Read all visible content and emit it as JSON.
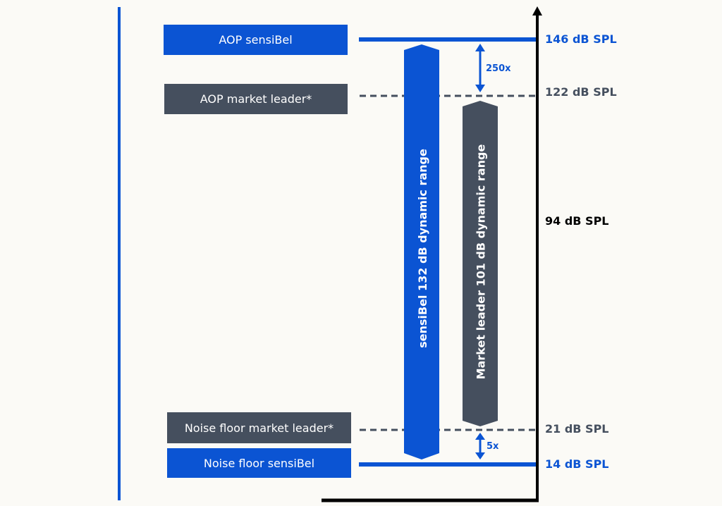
{
  "diagram": {
    "title": "Dynamic range comparison",
    "colors": {
      "sensibel": "#0b54d3",
      "market_leader": "#454f5e",
      "axis": "#000000",
      "background": "#fbfaf6"
    },
    "boxes": {
      "aop_sensibel": "AOP sensiBel",
      "aop_market_leader": "AOP market leader*",
      "noise_floor_market_leader": "Noise floor market leader*",
      "noise_floor_sensibel": "Noise floor sensiBel"
    },
    "levels": [
      {
        "id": "aop_sensibel",
        "label": "146 dB SPL",
        "value_db": 146,
        "style": "solid",
        "series": "sensibel"
      },
      {
        "id": "aop_market_leader",
        "label": "122 dB SPL",
        "value_db": 122,
        "style": "dashed",
        "series": "market_leader"
      },
      {
        "id": "reference",
        "label": "94 dB SPL",
        "value_db": 94,
        "style": "none",
        "series": "reference"
      },
      {
        "id": "noise_floor_market_leader",
        "label": "21 dB SPL",
        "value_db": 21,
        "style": "dashed",
        "series": "market_leader"
      },
      {
        "id": "noise_floor_sensibel",
        "label": "14 dB SPL",
        "value_db": 14,
        "style": "solid",
        "series": "sensibel"
      }
    ],
    "ranges": [
      {
        "id": "sensibel_range",
        "label": "sensiBel 132 dB dynamic range",
        "value_db": 132,
        "series": "sensibel"
      },
      {
        "id": "market_leader_range",
        "label": "Market leader 101 dB dynamic range",
        "value_db": 101,
        "series": "market_leader"
      }
    ],
    "multipliers": {
      "top": "250x",
      "bottom": "5x"
    }
  }
}
